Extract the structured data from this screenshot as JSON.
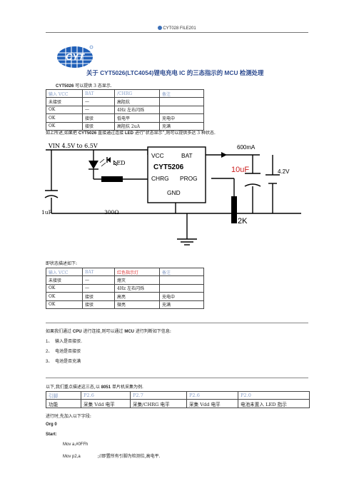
{
  "header": {
    "text": "CYT028 FILE201"
  },
  "title": "关于 CYT5026(LTC4054)锂电充电 IC 的三态指示的 MCU 检测处理",
  "intro": {
    "bold": "CYT5026",
    "text": " 可以提供 3 态显示."
  },
  "table1": {
    "head": [
      "输入 VCC",
      "BAT",
      "/CHRG",
      "备注"
    ],
    "rows": [
      [
        "未接驳",
        "—",
        "高阻抗",
        ""
      ],
      [
        "OK",
        "—",
        "4Hz 左右闪烁",
        ""
      ],
      [
        "OK",
        "接驳",
        "低电平",
        "充电中"
      ],
      [
        "OK",
        "接驳",
        "高阻抗 2uA",
        "充满"
      ]
    ]
  },
  "para2": {
    "a": "如上所述,如果把 ",
    "bold": "CYT5026",
    "b": " 直接通过连接 ",
    "bold2": "LED",
    "c": " 进行\"状态显示\",则可以提供多达 3 种状态."
  },
  "circuit": {
    "vin": "VIN 4.5V to 6.5V",
    "led": "LED",
    "cap1": "1uF",
    "res1": "300Ω",
    "chip_vcc": "VCC",
    "chip_bat": "BAT",
    "chip_name": "CYT5206",
    "chip_chrg": "CHRG",
    "chip_prog": "PROG",
    "chip_gnd": "GND",
    "current": "600mA",
    "cap2": "10uF",
    "bat_v": "4.2V",
    "res2": "2K"
  },
  "para3": "即状态描述如下:",
  "table2": {
    "head": [
      "输入 VCC",
      "BAT",
      "红色指示灯",
      "备注"
    ],
    "rows": [
      [
        "未接驳",
        "—",
        "熄灭",
        ""
      ],
      [
        "OK",
        "—",
        "4Hz 左右闪烁",
        ""
      ],
      [
        "OK",
        "接驳",
        "高亮",
        "充电中"
      ],
      [
        "OK",
        "接驳",
        "微亮",
        "充满"
      ]
    ]
  },
  "para4": {
    "a": "如果我们通过 ",
    "bold": "CPU",
    "b": " 进行连接,则可以通过 ",
    "bold2": "MCU",
    "c": " 进行判断如下信息:"
  },
  "list": [
    {
      "num": "1、",
      "text": "输入是否接驳."
    },
    {
      "num": "2、",
      "text": "电池是否接驳"
    },
    {
      "num": "3、",
      "text": "电池是否充满"
    }
  ],
  "para5": {
    "a": "以下,我们重点描述这三态,以 ",
    "bold": "8051",
    "c": " 单片机采集为例."
  },
  "table3": {
    "head": [
      "引脚",
      "P2.6",
      "P2.7",
      "P2.6",
      "P2.0"
    ],
    "row": [
      "功能",
      "采集 Vdd 电平",
      "采集/CHRG 电平",
      "采集 Vdd 电平",
      "电池未置入 LED 指示"
    ]
  },
  "para6": "进行时,先加入以下字段:",
  "code": {
    "org": "Org 0",
    "start": "Start:",
    "mov1": "Mov a,#0FFh",
    "mov2": "Mov p2,a",
    "comment": ";//即置所有引脚为检测位,高电平."
  }
}
